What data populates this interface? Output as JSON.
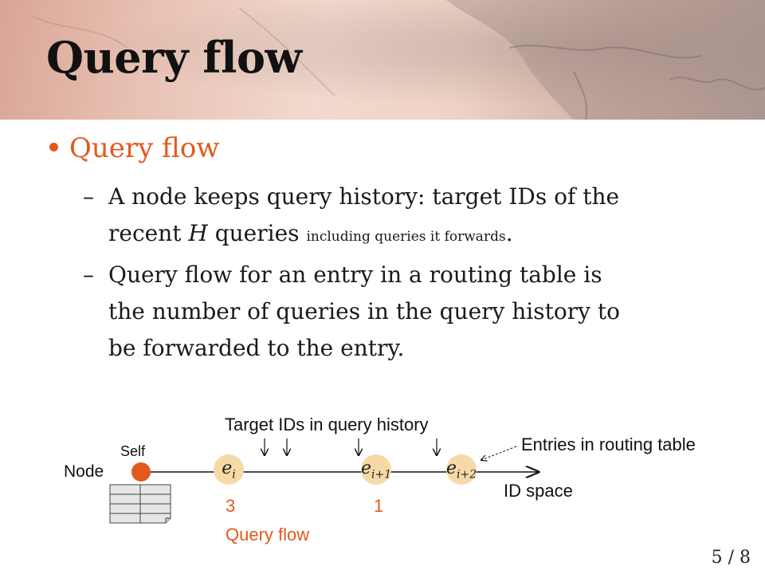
{
  "title": "Query flow",
  "bullet": "Query flow",
  "sub1": {
    "dash": "–",
    "line1": "A node keeps query history: target IDs of the",
    "line2_pre": "recent ",
    "line2_var": "H",
    "line2_mid": " queries ",
    "line2_small": "including queries it forwards",
    "line2_end": "."
  },
  "sub2": {
    "dash": "–",
    "line1": "Query flow for an entry in a routing table is",
    "line2": "the number of queries in the query history to",
    "line3": "be forwarded to the entry."
  },
  "diagram": {
    "node_label": "Node",
    "self_label": "Self",
    "target_label": "Target IDs in query history",
    "entries_label": "Entries in routing table",
    "id_space_label": "ID space",
    "flow_label": "Query flow",
    "entries": [
      {
        "base": "e",
        "sub": "i",
        "flow": "3"
      },
      {
        "base": "e",
        "sub": "i+1",
        "flow": "1"
      },
      {
        "base": "e",
        "sub": "i+2",
        "flow": ""
      }
    ],
    "colors": {
      "accent": "#e2591e",
      "entry": "#f6d9a6"
    }
  },
  "page_number": "5 / 8"
}
